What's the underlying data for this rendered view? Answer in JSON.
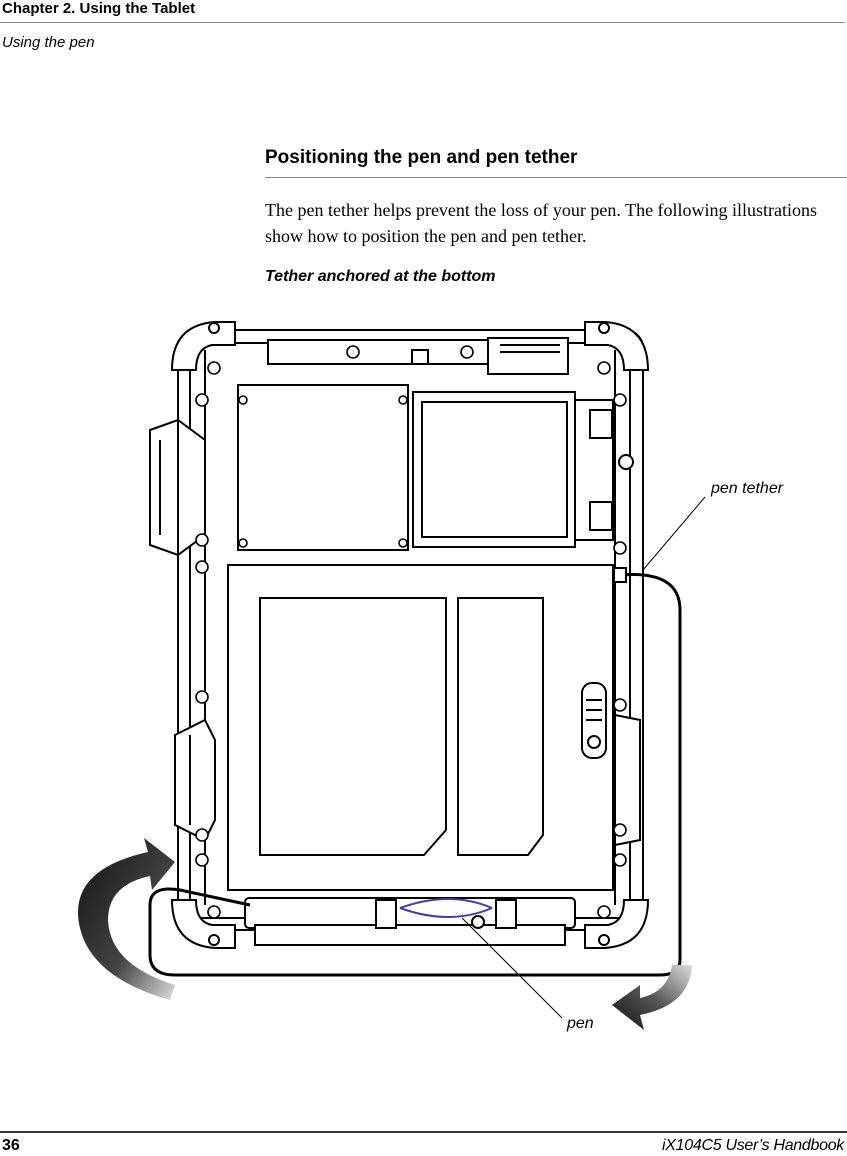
{
  "header": {
    "chapter": "Chapter 2. Using the Tablet",
    "section": "Using the pen"
  },
  "main": {
    "heading": "Positioning the pen and pen tether",
    "body": "The pen tether helps prevent the loss of your pen. The following illustrations show how to position the pen and pen tether.",
    "figure_caption": "Tether anchored at the bottom",
    "callouts": {
      "pen_tether": "pen tether",
      "pen": "pen"
    }
  },
  "footer": {
    "page_number": "36",
    "book_title": "iX104C5 User’s Handbook"
  }
}
